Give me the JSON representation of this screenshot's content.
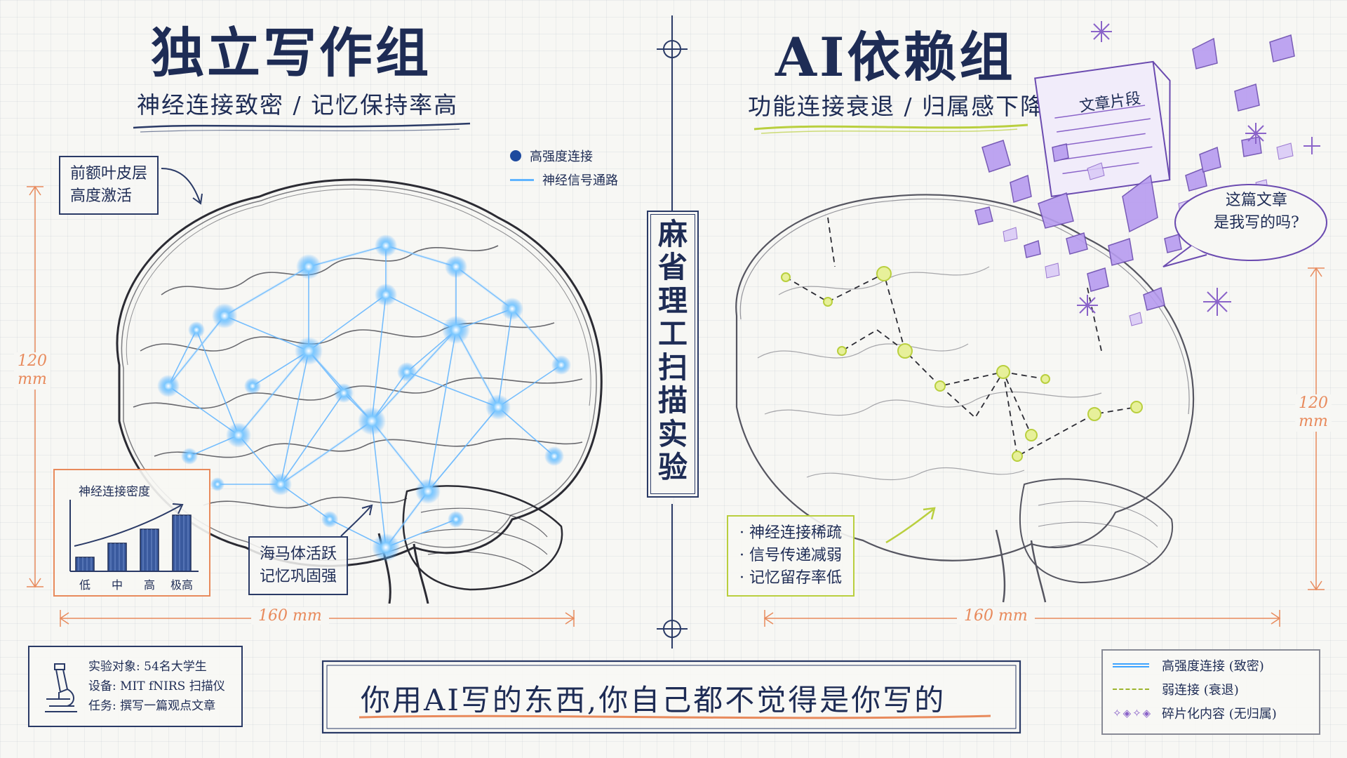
{
  "left": {
    "title": "独立写作组",
    "subtitle": "神经连接致密 / 记忆保持率高",
    "note_prefrontal": [
      "前额叶皮层",
      "高度激活"
    ],
    "legend": [
      "高强度连接",
      "神经信号通路"
    ],
    "note_hippocampus": [
      "海马体活跃",
      "记忆巩固强"
    ],
    "density_chart": {
      "title": "神经连接密度",
      "categories": [
        "低",
        "中",
        "高",
        "极高"
      ]
    },
    "dim_height": [
      "120",
      "mm"
    ],
    "dim_width": "160 mm"
  },
  "center": {
    "vertical_label": [
      "麻",
      "省",
      "理",
      "工",
      "扫",
      "描",
      "实",
      "验"
    ]
  },
  "right": {
    "title": "AI依赖组",
    "subtitle": "功能连接衰退 / 归属感下降",
    "doc_label": "文章片段",
    "speech": [
      "这篇文章",
      "是我写的吗?"
    ],
    "notes": [
      "· 神经连接稀疏",
      "· 信号传递减弱",
      "· 记忆留存率低"
    ],
    "dim_height": [
      "120",
      "mm"
    ],
    "dim_width": "160 mm"
  },
  "experiment": {
    "lines": [
      "实验对象: 54名大学生",
      "设备: MIT fNIRS 扫描仪",
      "任务: 撰写一篇观点文章"
    ]
  },
  "quote": "你用AI写的东西,你自己都不觉得是你写的",
  "legend_bottom": [
    "高强度连接 (致密)",
    "弱连接 (衰退)",
    "碎片化内容 (无归属)"
  ],
  "chart_data": {
    "type": "bar",
    "title": "神经连接密度",
    "categories": [
      "低",
      "中",
      "高",
      "极高"
    ],
    "values": [
      1,
      2,
      3,
      4
    ],
    "ylim": [
      0,
      5
    ],
    "xlabel": "",
    "ylabel": "",
    "grid": false,
    "color": "#3a5a9e"
  },
  "colors": {
    "ink": "#1e2c55",
    "glow": "#3ea4ff",
    "weak": "#b9cf3e",
    "fragment": "#8a63c9",
    "dimension": "#e88a5c"
  }
}
